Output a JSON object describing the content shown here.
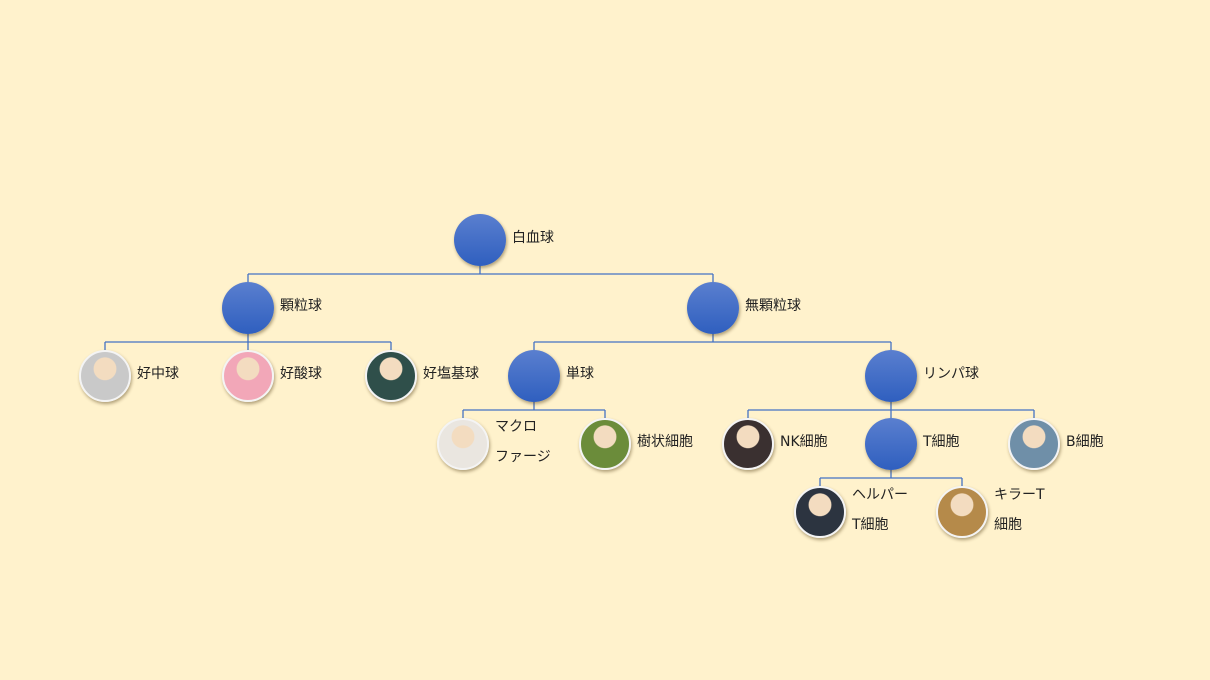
{
  "diagram": {
    "colors": {
      "background": "#fff2cc",
      "node": "#3f6fc8",
      "line": "#4472c4"
    },
    "nodes": [
      {
        "id": "wbc",
        "label": [
          "白血球"
        ],
        "parent": null,
        "photo": null
      },
      {
        "id": "gran",
        "label": [
          "顆粒球"
        ],
        "parent": "wbc",
        "photo": null
      },
      {
        "id": "agran",
        "label": [
          "無顆粒球"
        ],
        "parent": "wbc",
        "photo": null
      },
      {
        "id": "neut",
        "label": [
          "好中球"
        ],
        "parent": "gran",
        "photo": "#c9c9c9"
      },
      {
        "id": "eos",
        "label": [
          "好酸球"
        ],
        "parent": "gran",
        "photo": "#f2a7b8"
      },
      {
        "id": "baso",
        "label": [
          "好塩基球"
        ],
        "parent": "gran",
        "photo": "#2f4f4a"
      },
      {
        "id": "mono",
        "label": [
          "単球"
        ],
        "parent": "agran",
        "photo": null
      },
      {
        "id": "lymph",
        "label": [
          "リンパ球"
        ],
        "parent": "agran",
        "photo": null
      },
      {
        "id": "macro",
        "label": [
          "マクロ",
          "ファージ"
        ],
        "parent": "mono",
        "photo": "#eae6e0"
      },
      {
        "id": "dend",
        "label": [
          "樹状細胞"
        ],
        "parent": "mono",
        "photo": "#6b8c3a"
      },
      {
        "id": "nk",
        "label": [
          "NK細胞"
        ],
        "parent": "lymph",
        "photo": "#3a3030"
      },
      {
        "id": "tcell",
        "label": [
          "T細胞"
        ],
        "parent": "lymph",
        "photo": null
      },
      {
        "id": "bcell",
        "label": [
          "B細胞"
        ],
        "parent": "lymph",
        "photo": "#6f8fa8"
      },
      {
        "id": "helper",
        "label": [
          "ヘルパー",
          "T細胞"
        ],
        "parent": "tcell",
        "photo": "#2c3440"
      },
      {
        "id": "killer",
        "label": [
          "キラーT",
          "細胞"
        ],
        "parent": "tcell",
        "photo": "#b58a4a"
      }
    ]
  }
}
